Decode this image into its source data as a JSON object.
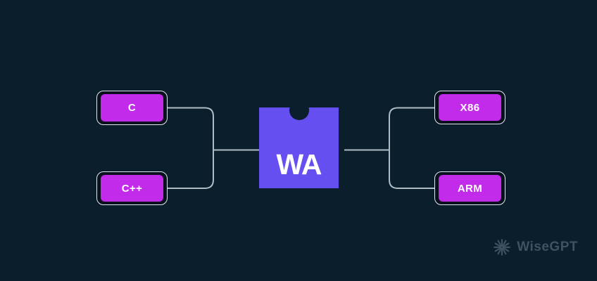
{
  "canvas": {
    "bg": "#0a1e2b"
  },
  "diagram": {
    "sources": [
      {
        "label": "C"
      },
      {
        "label": "C++"
      }
    ],
    "center": {
      "label": "WA",
      "color": "#654ff0"
    },
    "targets": [
      {
        "label": "X86"
      },
      {
        "label": "ARM"
      }
    ],
    "chip_fill": "#c32bea",
    "chip_well": "#0a101e",
    "chip_border": "#dfe8ed",
    "line_color": "#aebcc6"
  },
  "watermark": {
    "brand": "WiseGPT",
    "icon": "radial-burst-icon",
    "color": "#3e5264"
  }
}
